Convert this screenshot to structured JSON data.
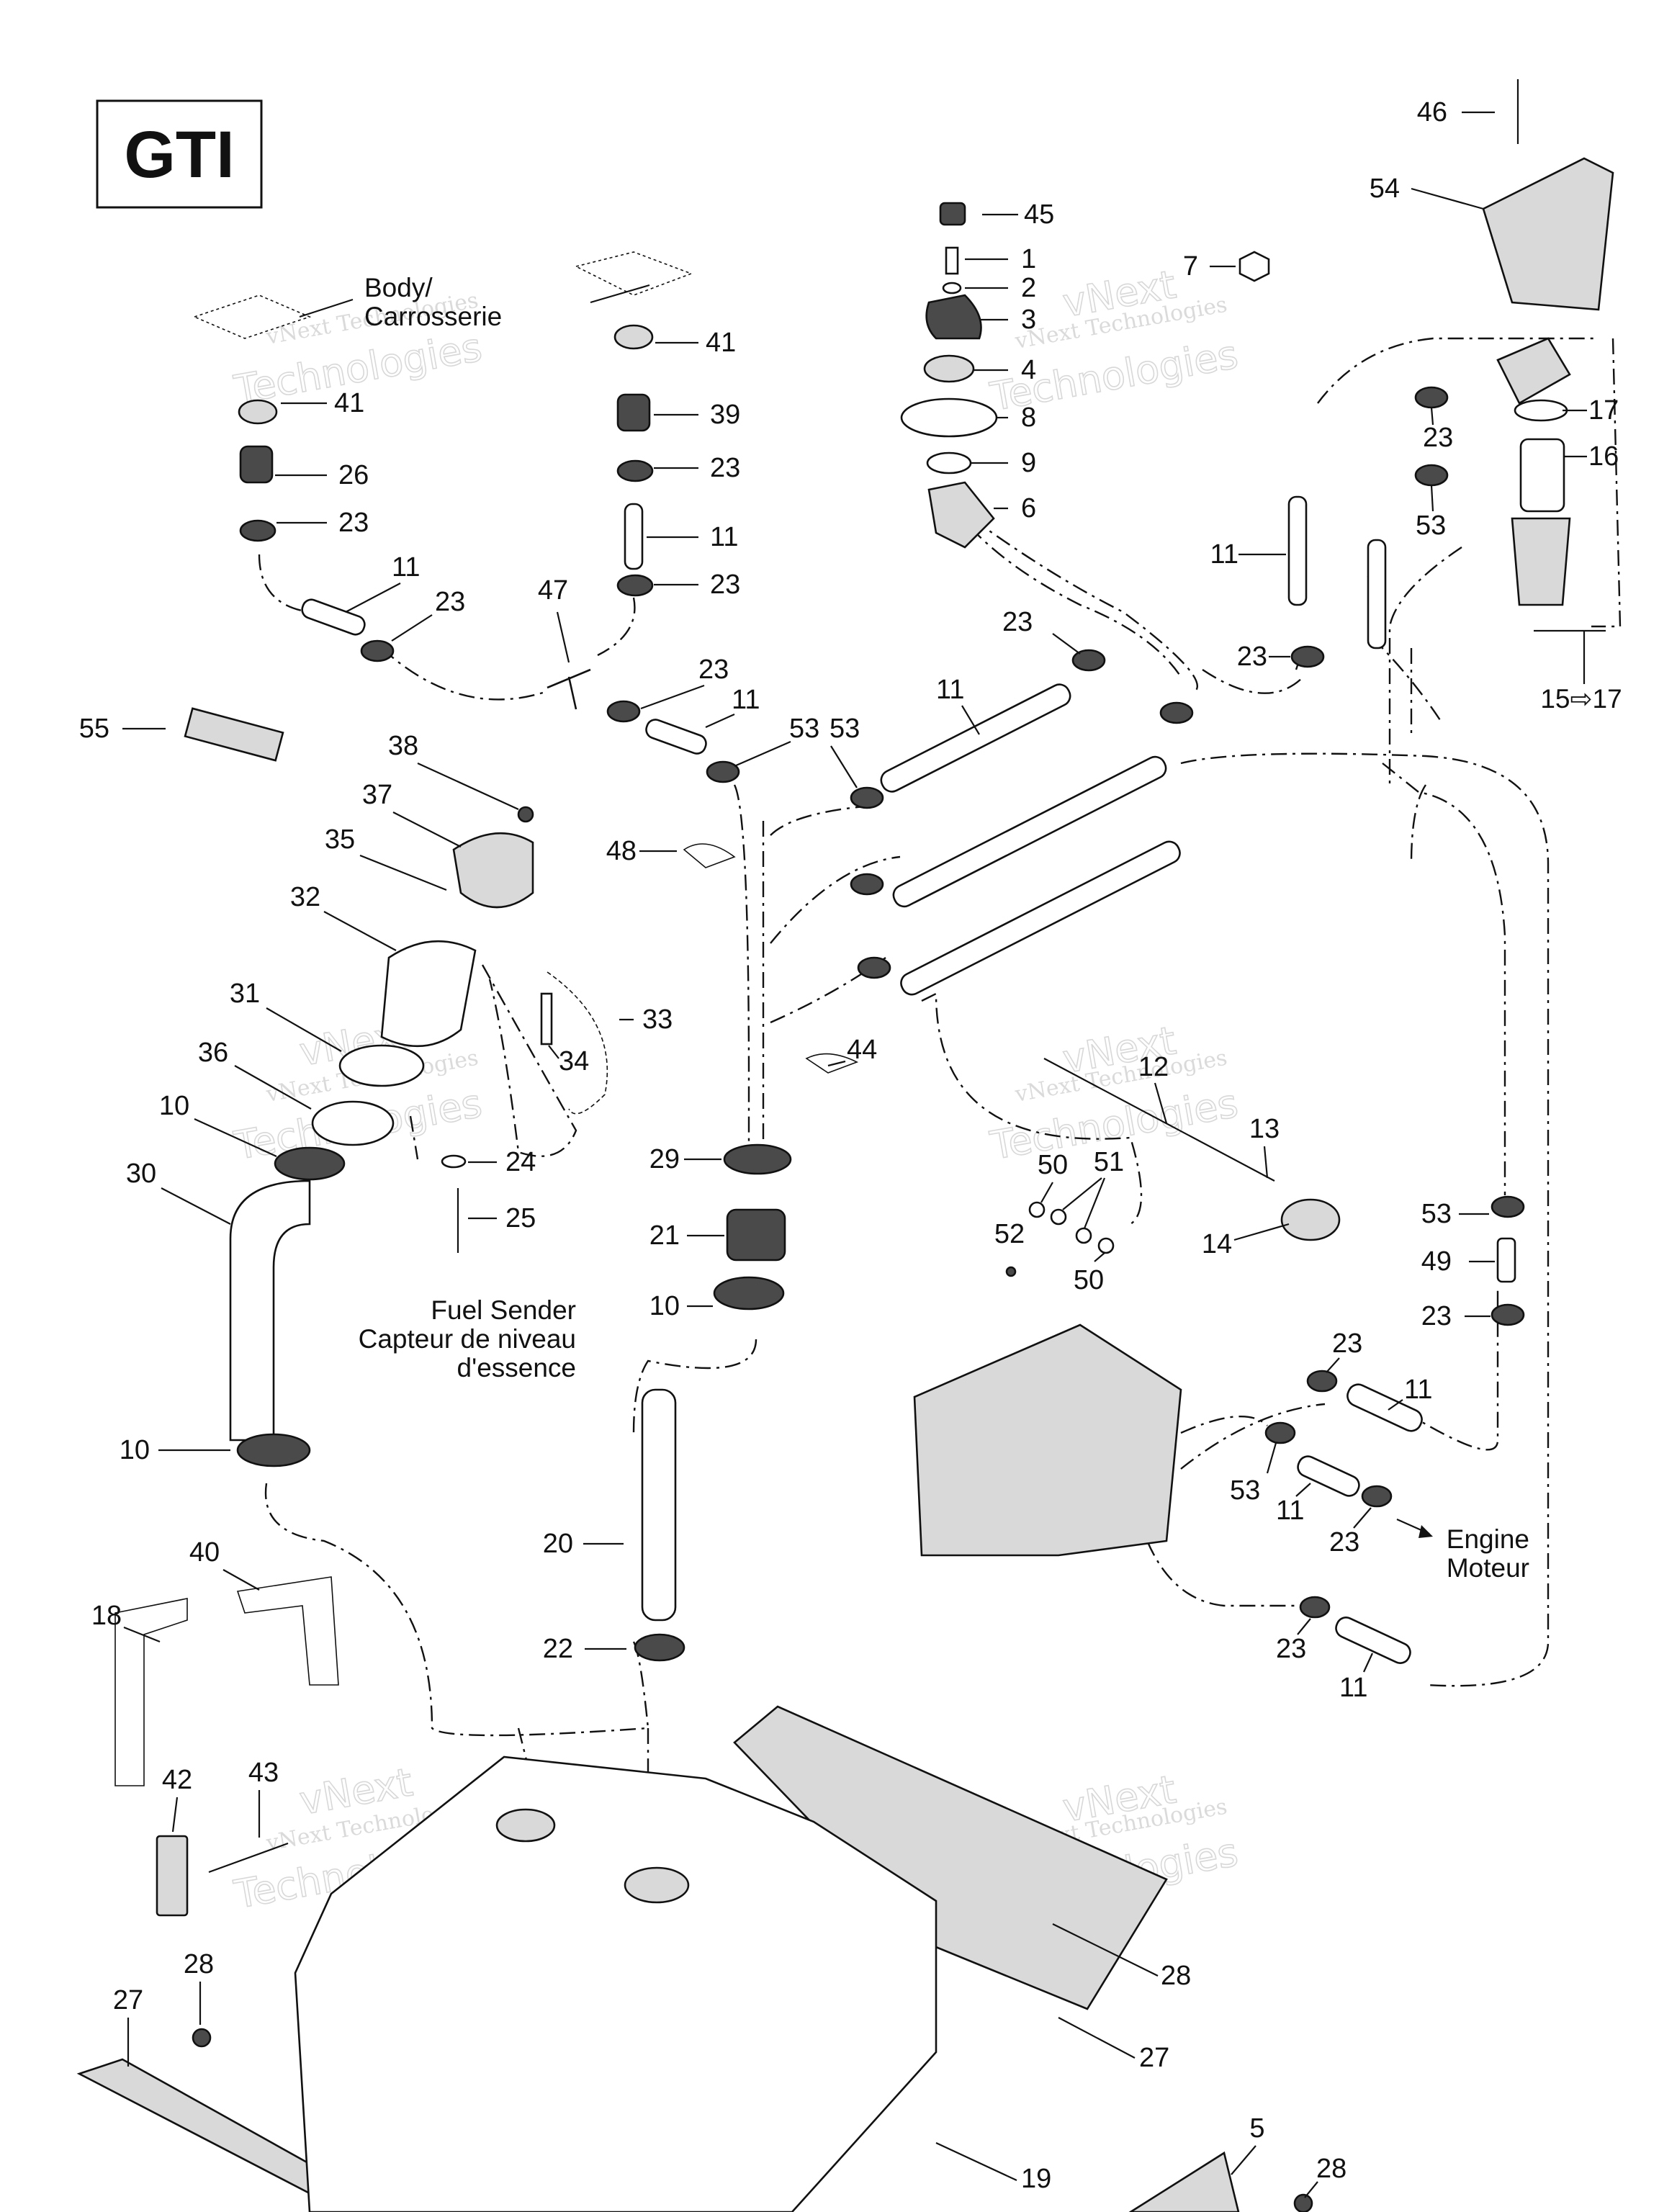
{
  "model_badge": "GTI",
  "notes": {
    "body_line1": "Body/",
    "body_line2": "Carrosserie",
    "fuel_sender_1": "Fuel Sender",
    "fuel_sender_2": "Capteur de niveau",
    "fuel_sender_3": "d'essence",
    "engine_1": "Engine",
    "engine_2": "Moteur",
    "range_label": "15⇨17"
  },
  "watermark": {
    "line1": "vNext Technologies",
    "big1": "vNext",
    "big2": "Technologies"
  },
  "part_numbers": {
    "p1": "1",
    "p2": "2",
    "p3": "3",
    "p4": "4",
    "p5": "5",
    "p6": "6",
    "p7": "7",
    "p8": "8",
    "p9": "9",
    "p10": "10",
    "p11": "11",
    "p12": "12",
    "p13": "13",
    "p14": "14",
    "p16": "16",
    "p17": "17",
    "p18": "18",
    "p19": "19",
    "p20": "20",
    "p21": "21",
    "p22": "22",
    "p23": "23",
    "p24": "24",
    "p25": "25",
    "p26": "26",
    "p27": "27",
    "p28": "28",
    "p29": "29",
    "p30": "30",
    "p31": "31",
    "p32": "32",
    "p33": "33",
    "p34": "34",
    "p35": "35",
    "p36": "36",
    "p37": "37",
    "p38": "38",
    "p39": "39",
    "p40": "40",
    "p41": "41",
    "p42": "42",
    "p43": "43",
    "p44": "44",
    "p45": "45",
    "p46": "46",
    "p47": "47",
    "p48": "48",
    "p49": "49",
    "p50": "50",
    "p51": "51",
    "p52": "52",
    "p53": "53",
    "p54": "54",
    "p55": "55"
  }
}
